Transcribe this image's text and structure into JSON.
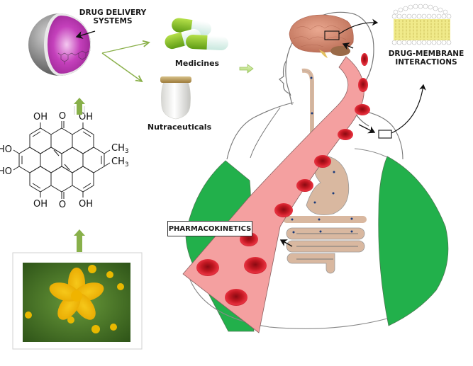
{
  "labels": {
    "drug_delivery_line1": "DRUG DELIVERY",
    "drug_delivery_line2": "SYSTEMS",
    "medicines": "Medicines",
    "nutraceuticals": "Nutraceuticals",
    "drug_membrane_line1": "DRUG-MEMBRANE",
    "drug_membrane_line2": "INTERACTIONS",
    "pharmacokinetics": "PHARMACOKINETICS"
  },
  "molecule": {
    "name": "hypericin",
    "groups": {
      "oh_top_left": "OH",
      "o_top": "O",
      "oh_top_right": "OH",
      "ho_left_upper": "HO",
      "ho_left_lower": "HO",
      "ch3_upper": "CH",
      "ch3_upper_sub": "3",
      "ch3_lower": "CH",
      "ch3_lower_sub": "3",
      "oh_bottom_left": "OH",
      "o_bottom": "O",
      "oh_bottom_right": "OH"
    }
  },
  "colors": {
    "arrow_green": "#8ab04a",
    "lung_green": "#22b04b",
    "vessel_pink": "#f4a0a0",
    "blood_cell_red": "#d8202e",
    "gut_tan": "#d9b8a0",
    "nanoparticle_magenta": "#b62fb0",
    "brain_salmon": "#d98870",
    "membrane_yellow": "#f0ea8a"
  },
  "icons": {
    "nanoparticle": "nanoparticle-sphere-icon",
    "capsules": "capsule-pills-icon",
    "yogurt_jar": "jar-icon",
    "flower": "st-johns-wort-flower-photo",
    "brain": "brain-icon",
    "membrane": "lipid-bilayer-icon",
    "body": "human-body-outline-icon"
  }
}
